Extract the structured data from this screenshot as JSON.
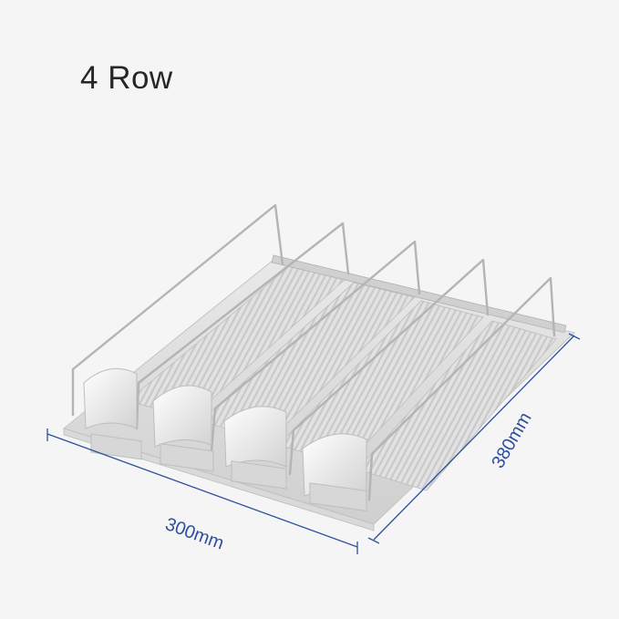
{
  "title": "4 Row",
  "dimensions": {
    "width_label": "300mm",
    "depth_label": "380mm"
  },
  "colors": {
    "background": "#f5f5f5",
    "dimension_line": "#2c4f9e",
    "rack": "#dcdcdc",
    "wire": "#b8b8b8"
  }
}
